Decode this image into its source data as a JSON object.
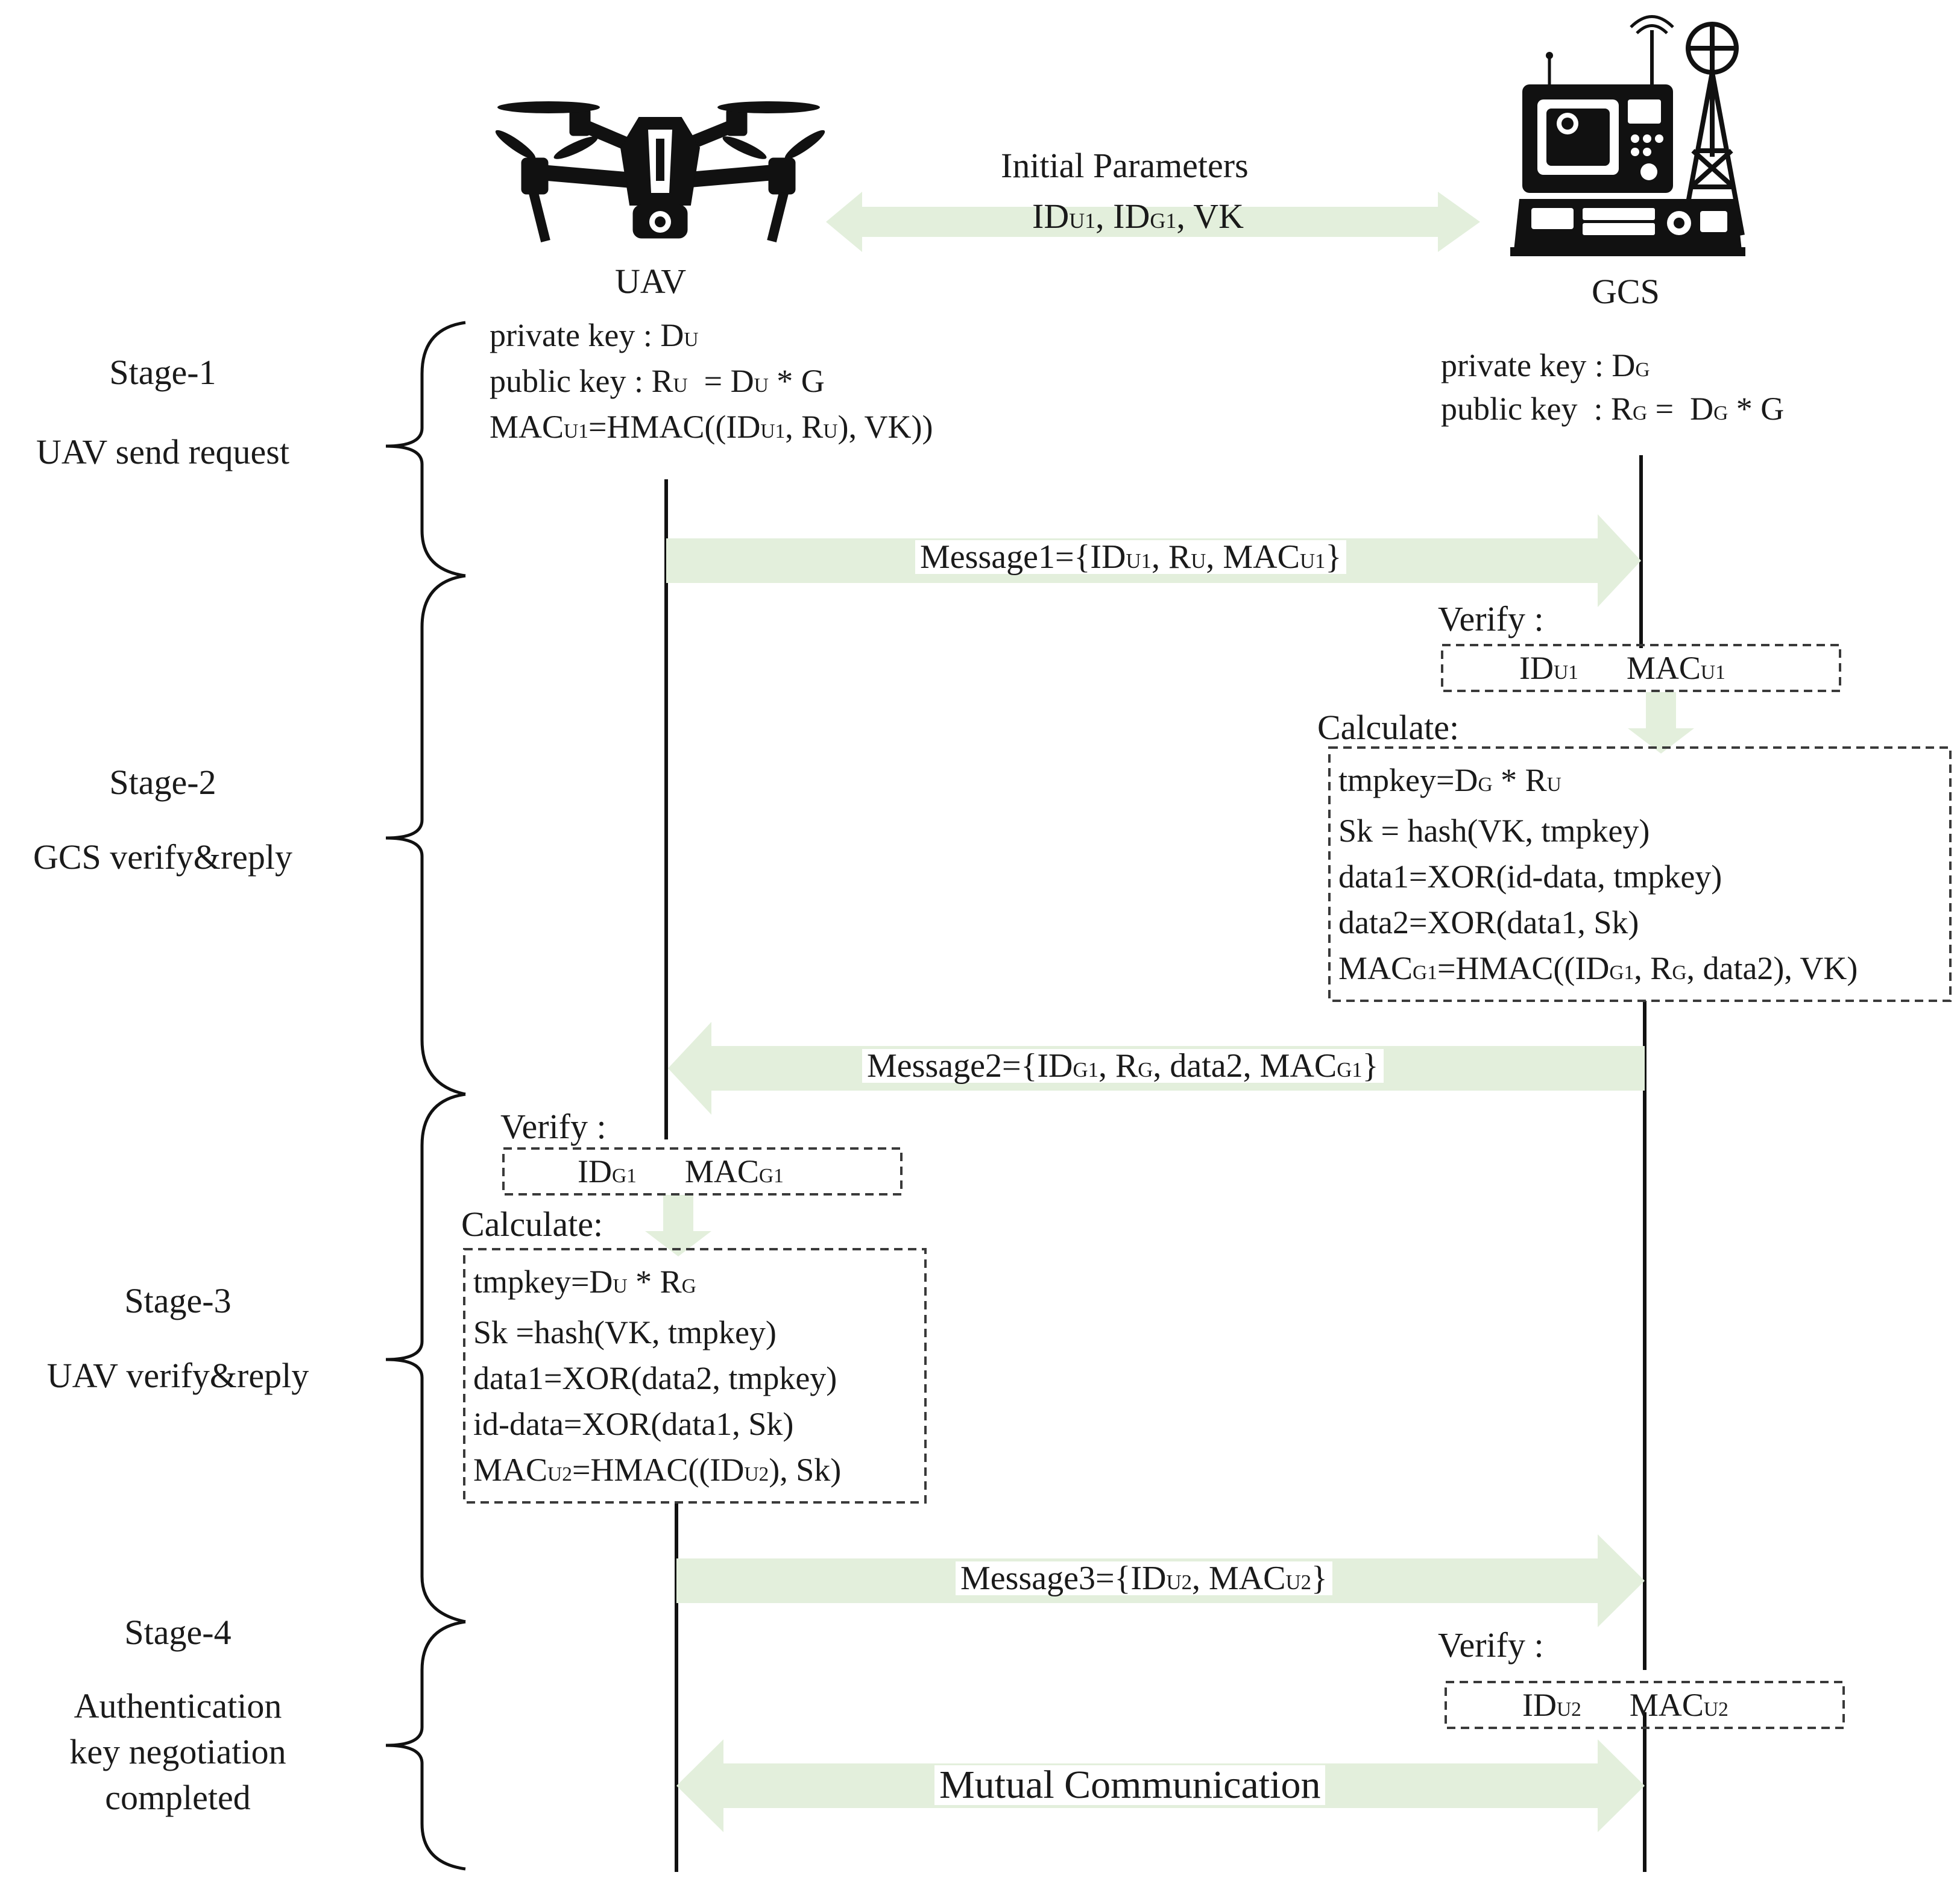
{
  "entities": {
    "uav": {
      "label": "UAV"
    },
    "gcs": {
      "label": "GCS"
    }
  },
  "initial": {
    "title": "Initial Parameters",
    "params": [
      "ID",
      "U1",
      ", ID",
      "G1",
      ", VK"
    ]
  },
  "stages": [
    {
      "name": "Stage-1",
      "desc": [
        "UAV send request"
      ]
    },
    {
      "name": "Stage-2",
      "desc": [
        "GCS verify&reply"
      ]
    },
    {
      "name": "Stage-3",
      "desc": [
        "UAV verify&reply"
      ]
    },
    {
      "name": "Stage-4",
      "desc": [
        "Authentication",
        "key negotiation",
        "completed"
      ]
    }
  ],
  "uav_keys": {
    "line1": {
      "pre": "private key :  D",
      "sub": "U"
    },
    "line2": {
      "pre": "public key : R",
      "sub1": "U",
      "mid": "  = D",
      "sub2": "U",
      "post": " * G"
    },
    "line3": {
      "a": "MAC",
      "s1": "U1",
      "b": "=HMAC((ID",
      "s2": "U1",
      "c": ", R",
      "s3": "U",
      "d": "), VK))"
    }
  },
  "gcs_keys": {
    "line1": {
      "pre": "private key : D",
      "sub": "G"
    },
    "line2": {
      "pre": "public key  : R",
      "sub1": "G",
      "mid": " =  D",
      "sub2": "G",
      "post": " * G"
    }
  },
  "messages": {
    "m1": {
      "a": "Message1={ID",
      "s1": "U1",
      "b": ", R",
      "s2": "U",
      "c": ", MAC",
      "s3": "U1",
      "d": "}"
    },
    "m2": {
      "a": "Message2={ID",
      "s1": "G1",
      "b": ", R",
      "s2": "G",
      "c": ", data2, MAC",
      "s3": "G1",
      "d": "}"
    },
    "m3": {
      "a": "Message3={ID",
      "s1": "U2",
      "b": ", MAC",
      "s2": "U2",
      "c": "}"
    },
    "mutual": "Mutual Communication"
  },
  "verify_label": "Verify :",
  "calculate_label": "Calculate:",
  "verify1": {
    "id": "ID",
    "id_sub": "U1",
    "mac": "MAC",
    "mac_sub": "U1"
  },
  "verify2": {
    "id": "ID",
    "id_sub": "G1",
    "mac": "MAC",
    "mac_sub": "G1"
  },
  "verify3": {
    "id": "ID",
    "id_sub": "U2",
    "mac": "MAC",
    "mac_sub": "U2"
  },
  "gcs_calc": [
    {
      "parts": [
        "tmpkey=D",
        {
          "s": "G"
        },
        " * R",
        {
          "s": "U"
        }
      ]
    },
    {
      "parts": [
        "Sk = hash(VK, tmpkey)"
      ]
    },
    {
      "parts": [
        "data1=XOR(id-data, tmpkey)"
      ]
    },
    {
      "parts": [
        "data2=XOR(data1, Sk)"
      ]
    },
    {
      "parts": [
        "MAC",
        {
          "s": "G1"
        },
        "=HMAC((ID",
        {
          "s": "G1"
        },
        ", R",
        {
          "s": "G"
        },
        ", data2), VK)"
      ]
    }
  ],
  "uav_calc": [
    {
      "parts": [
        "tmpkey=D",
        {
          "s": "U"
        },
        " * R",
        {
          "s": "G"
        }
      ]
    },
    {
      "parts": [
        "Sk =hash(VK, tmpkey)"
      ]
    },
    {
      "parts": [
        "data1=XOR(data2, tmpkey)"
      ]
    },
    {
      "parts": [
        "id-data=XOR(data1, Sk)"
      ]
    },
    {
      "parts": [
        "MAC",
        {
          "s": "U2"
        },
        "=HMAC((ID",
        {
          "s": "U2"
        },
        "), Sk)"
      ]
    }
  ],
  "colors": {
    "arrow": "#e3efdc",
    "line": "#111111",
    "dashed": "#3a3a3a"
  },
  "icons": [
    "drone-icon",
    "ground-station-icon"
  ]
}
